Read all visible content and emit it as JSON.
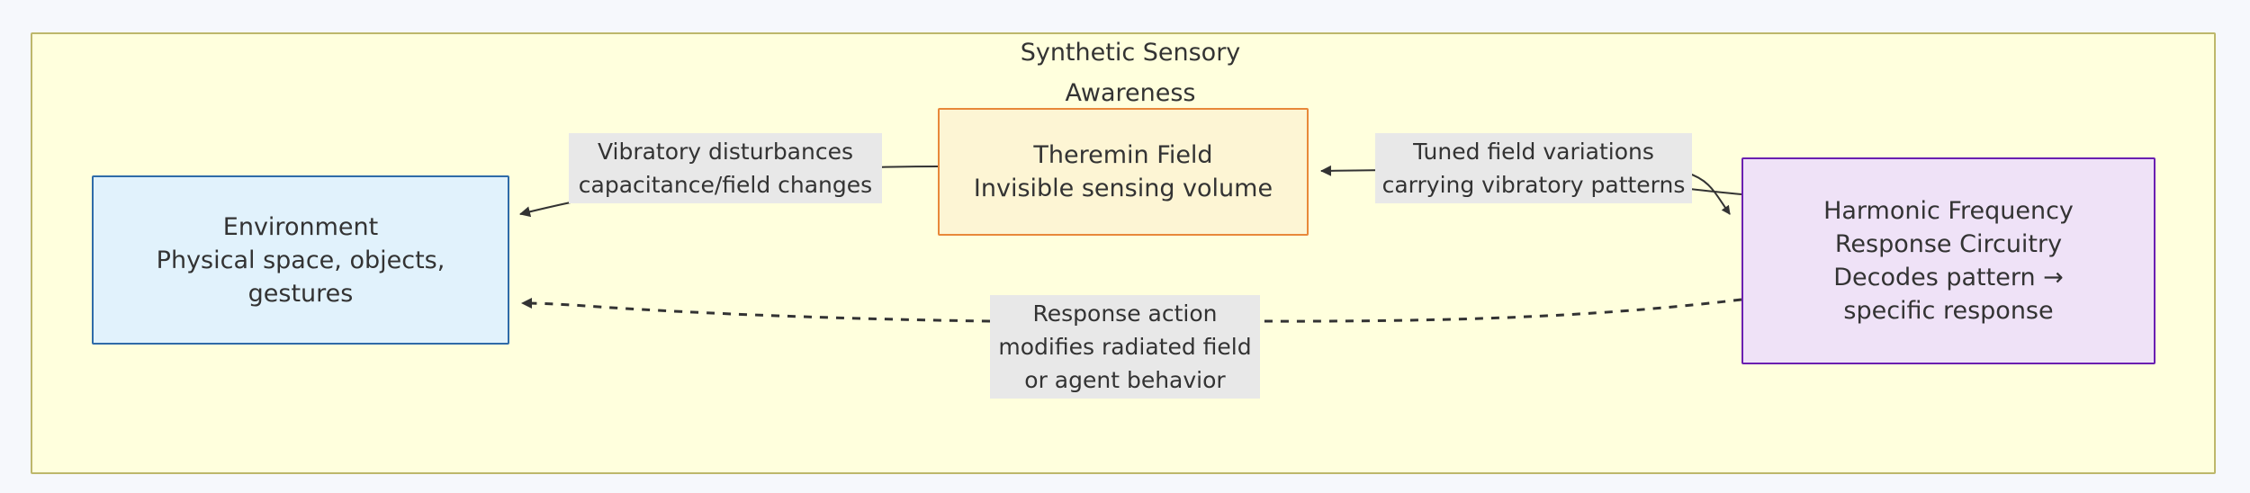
{
  "diagram": {
    "type": "flowchart",
    "subgraph_title": "Synthetic Sensory\nAwareness",
    "background_color": "#f6f8fc",
    "subgraph_fill": "#ffffdd",
    "subgraph_border": "#bdb76b",
    "nodes": [
      {
        "id": "environment",
        "label": "Environment\nPhysical space, objects,\ngestures",
        "fill": "#e1f2fc",
        "border": "#2f6ba8"
      },
      {
        "id": "theremin-field",
        "label": "Theremin Field\nInvisible sensing volume",
        "fill": "#fdf5d4",
        "border": "#e8883a"
      },
      {
        "id": "harmonic-frequency-response-circuitry",
        "label": "Harmonic Frequency\nResponse Circuitry\nDecodes pattern →\nspecific response",
        "fill": "#efe2f7",
        "border": "#6a1fb0"
      }
    ],
    "edges": [
      {
        "id": "theremin-to-environment",
        "from": "theremin-field",
        "to": "environment",
        "label": "Vibratory disturbances\ncapacitance/field changes",
        "style": "solid",
        "arrow": "left"
      },
      {
        "id": "circuitry-to-theremin",
        "from": "harmonic-frequency-response-circuitry",
        "to": "theremin-field",
        "label": "Tuned field variations\ncarrying vibratory patterns",
        "style": "solid",
        "arrow": "left"
      },
      {
        "id": "circuitry-to-environment",
        "from": "harmonic-frequency-response-circuitry",
        "to": "environment",
        "label": "Response action\nmodifies radiated field\nor agent behavior",
        "style": "dotted",
        "arrow": "left"
      }
    ],
    "edge_label_fill": "#e8e8e8",
    "edge_stroke": "#333333",
    "text_color": "#333333"
  }
}
